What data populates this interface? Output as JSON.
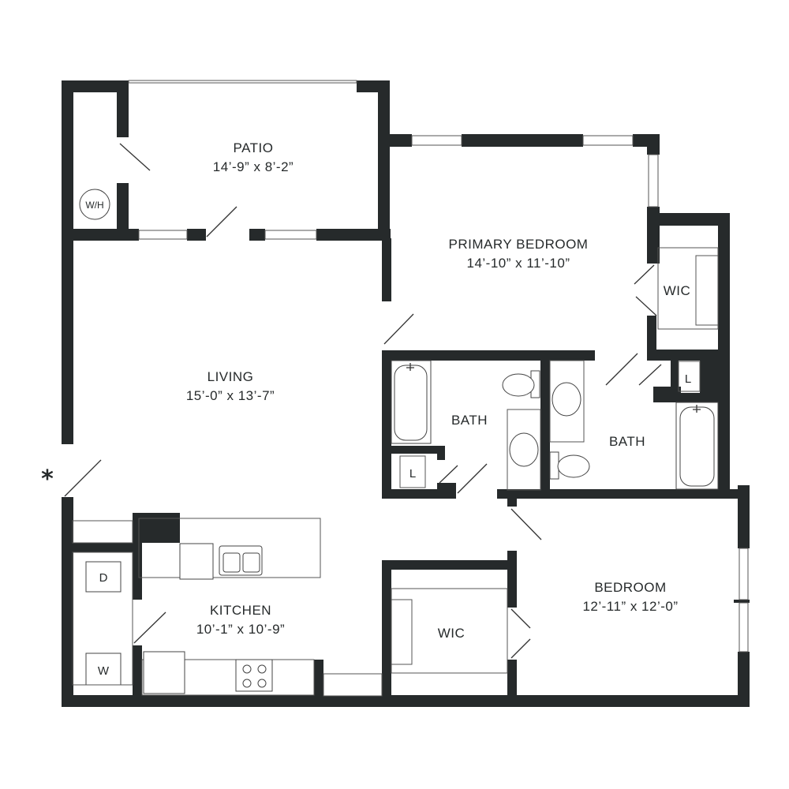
{
  "rooms": {
    "patio": {
      "name": "PATIO",
      "dims": "14’-9” x 8’-2”"
    },
    "primary_bedroom": {
      "name": "PRIMARY BEDROOM",
      "dims": "14’-10” x 11’-10”"
    },
    "living": {
      "name": "LIVING",
      "dims": "15’-0” x 13’-7”"
    },
    "kitchen": {
      "name": "KITCHEN",
      "dims": "10’-1” x 10’-9”"
    },
    "bedroom": {
      "name": "BEDROOM",
      "dims": "12’-11” x 12’-0”"
    },
    "bath_1": {
      "name": "BATH"
    },
    "bath_2": {
      "name": "BATH"
    },
    "wic_1": {
      "name": "WIC"
    },
    "wic_2": {
      "name": "WIC"
    }
  },
  "fixtures": {
    "water_heater": "W/H",
    "linen_1": "L",
    "linen_2": "L",
    "dryer": "D",
    "washer": "W"
  },
  "entry_marker": "*",
  "colors": {
    "wall": "#262a2b",
    "background": "#ffffff"
  }
}
